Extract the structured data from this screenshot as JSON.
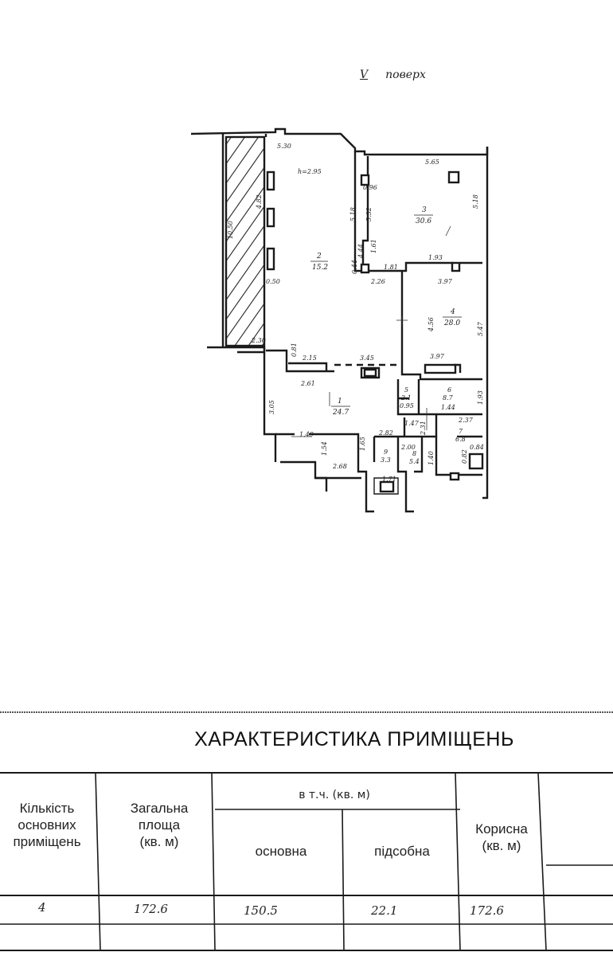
{
  "plan": {
    "floor_number": "V",
    "floor_word": "поверх",
    "height_note": "h=2.95",
    "rooms": [
      {
        "num": "1",
        "area": "24.7"
      },
      {
        "num": "2",
        "area": "15.2"
      },
      {
        "num": "3",
        "area": "30.6"
      },
      {
        "num": "4",
        "area": "28.0"
      },
      {
        "num": "5",
        "area": "2.1"
      },
      {
        "num": "6",
        "area": "8.7"
      },
      {
        "num": "7",
        "area": "6.8"
      },
      {
        "num": "8",
        "area": "5.4"
      },
      {
        "num": "9",
        "area": "3.3"
      }
    ],
    "dimensions": [
      "5.30",
      "10.50",
      "4.82",
      "0.50",
      "2.30",
      "0.81",
      "2.15",
      "3.45",
      "2.61",
      "3.05",
      "1.49",
      "1.54",
      "2.68",
      "1.65",
      "0.96",
      "5.65",
      "5.18",
      "5.18",
      "5.32",
      "1.61",
      "1.93",
      "1.81",
      "4.44",
      "0.44",
      "2.26",
      "3.97",
      "5.47",
      "4.56",
      "3.97",
      "1.93",
      "1.44",
      "2.31",
      "0.95",
      "2.82",
      "1.47",
      "2.37",
      "0.84",
      "0.82",
      "1.40",
      "2.00",
      "1.71"
    ]
  },
  "table": {
    "title": "ХАРАКТЕРИСТИКА ПРИМІЩЕНЬ",
    "headers": {
      "count": [
        "Кількість",
        "основних",
        "приміщень"
      ],
      "total": [
        "Загальна",
        "площа",
        "(кв. м)"
      ],
      "group": "в т.ч. (кв. м)",
      "main": "основна",
      "aux": "підсобна",
      "useful": [
        "Корисна",
        "(кв. м)"
      ]
    },
    "row": {
      "count": "4",
      "total": "172.6",
      "main": "150.5",
      "aux": "22.1",
      "useful": "172.6"
    }
  }
}
